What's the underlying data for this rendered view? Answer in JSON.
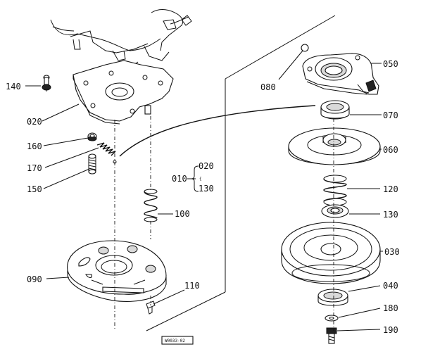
{
  "callouts": {
    "c010": "010",
    "c020": "020",
    "c030": "030",
    "c040": "040",
    "c050": "050",
    "c060": "060",
    "c070": "070",
    "c080": "080",
    "c090": "090",
    "c100": "100",
    "c110": "110",
    "c120": "120",
    "c130": "130",
    "c140": "140",
    "c150": "150",
    "c160": "160",
    "c170": "170",
    "c180": "180",
    "c190": "190",
    "sub_020": "020",
    "sub_130": "130"
  },
  "drawing_code": "W0033-02"
}
